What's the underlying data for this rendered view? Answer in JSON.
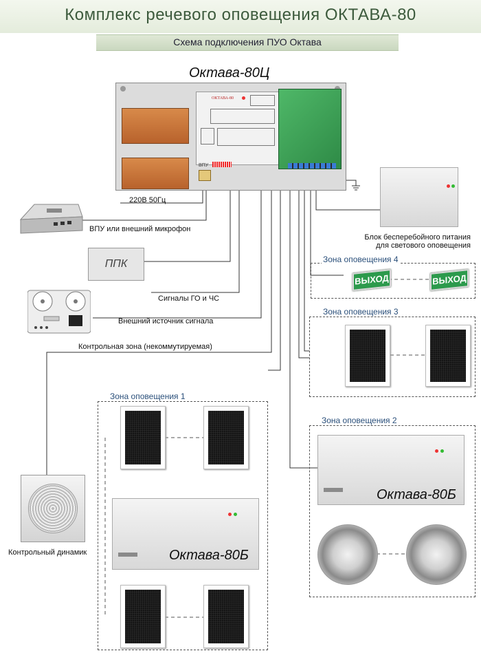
{
  "header": {
    "title": "Комплекс речевого оповещения ОКТАВА-80",
    "subtitle": "Схема подключения ПУО Октава"
  },
  "main_unit": {
    "model_label": "Октава-80Ц",
    "panel_brand": "ОКТАВА-80",
    "vpu_tag": "ВПУ"
  },
  "labels": {
    "power": "220В 50Гц",
    "vpu": "ВПУ или внешний микрофон",
    "ppk": "ППК",
    "go_chs": "Сигналы ГО и ЧС",
    "external_source": "Внешний источник сигнала",
    "control_zone": "Контрольная зона (некоммутируемая)",
    "control_speaker": "Контрольный динамик",
    "ups": "Блок бесперебойного питания\nдля светового оповещения"
  },
  "zones": {
    "zone1": "Зона оповещения 1",
    "zone2": "Зона оповещения 2",
    "zone3": "Зона оповещения 3",
    "zone4": "Зона оповещения 4"
  },
  "exit_signs": [
    "ВЫХОД",
    "ВЫХОД"
  ],
  "amplifiers": {
    "zone1_model": "Октава-80Б",
    "zone2_model": "Октава-80Б"
  },
  "colors": {
    "title": "#3c5a3c",
    "zone_label": "#2a4f7a",
    "battery": "#c8733a",
    "board": "#3fa55a",
    "exit_sign": "#2c9a4c"
  }
}
